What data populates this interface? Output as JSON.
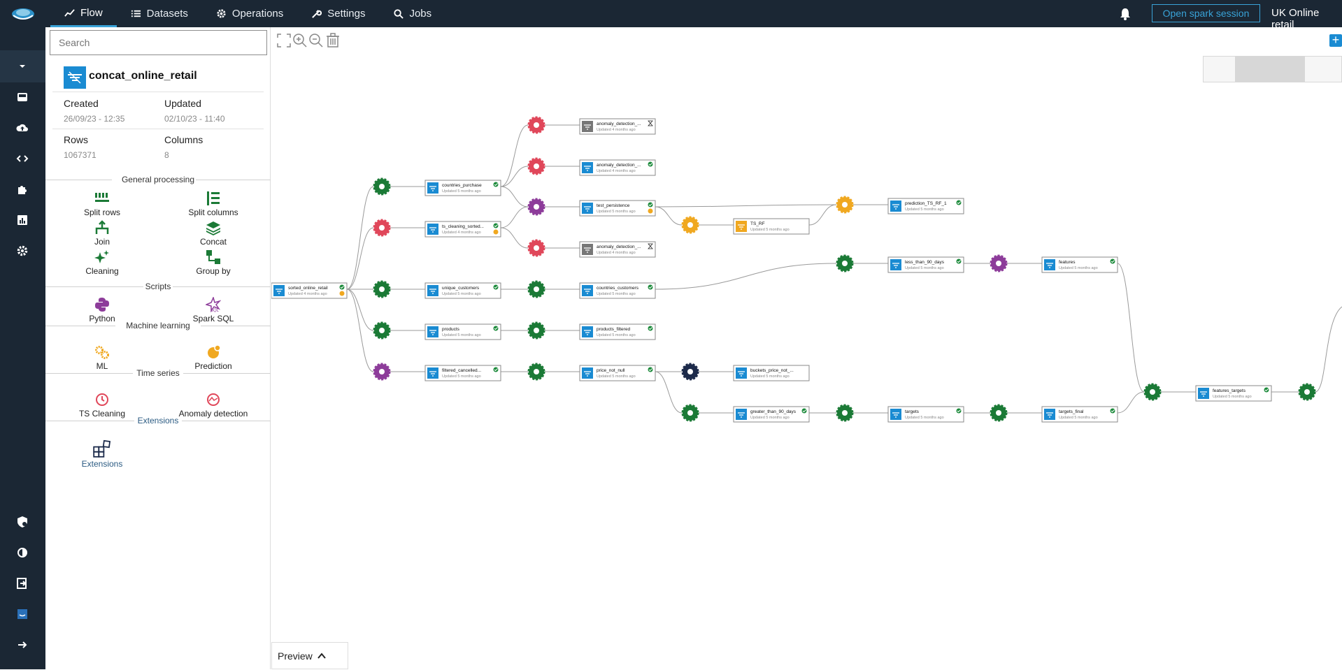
{
  "topbar": {
    "tabs": [
      {
        "label": "Flow",
        "icon": "chart-line-icon",
        "active": true
      },
      {
        "label": "Datasets",
        "icon": "list-icon"
      },
      {
        "label": "Operations",
        "icon": "gear-icon"
      },
      {
        "label": "Settings",
        "icon": "wrench-icon"
      },
      {
        "label": "Jobs",
        "icon": "search-gear-icon"
      }
    ],
    "spark_button": "Open spark session",
    "project_name": "UK Online retail"
  },
  "panel": {
    "search_placeholder": "Search",
    "dataset": {
      "name": "concat_online_retail",
      "created_label": "Created",
      "created_value": "26/09/23 - 12:35",
      "updated_label": "Updated",
      "updated_value": "02/10/23 - 11:40",
      "rows_label": "Rows",
      "rows_value": "1067371",
      "columns_label": "Columns",
      "columns_value": "8"
    },
    "sections": {
      "general": "General processing",
      "scripts": "Scripts",
      "ml": "Machine learning",
      "ts": "Time series",
      "ext": "Extensions"
    },
    "ops": {
      "split_rows": "Split rows",
      "split_columns": "Split columns",
      "join": "Join",
      "concat": "Concat",
      "cleaning": "Cleaning",
      "group_by": "Group by",
      "python": "Python",
      "spark_sql": "Spark SQL",
      "ml": "ML",
      "prediction": "Prediction",
      "ts_cleaning": "TS Cleaning",
      "anomaly_detection": "Anomaly detection",
      "extensions": "Extensions"
    }
  },
  "canvas": {
    "preview_label": "Preview",
    "nodes": [
      {
        "name": "sorted_online_retail",
        "sub": "Updated 4 months ago"
      },
      {
        "name": "countries_purchase",
        "sub": "Updated 5 months ago"
      },
      {
        "name": "ts_cleaning_sorted...",
        "sub": "Updated 4 months ago"
      },
      {
        "name": "unique_customers",
        "sub": "Updated 5 months ago"
      },
      {
        "name": "products",
        "sub": "Updated 5 months ago"
      },
      {
        "name": "filtered_cancelled...",
        "sub": "Updated 5 months ago"
      },
      {
        "name": "anomaly_detection_...",
        "sub": "Updated 4 months ago"
      },
      {
        "name": "anomaly_detection_...",
        "sub": "Updated 4 months ago"
      },
      {
        "name": "test_persistence",
        "sub": "Updated 5 months ago"
      },
      {
        "name": "anomaly_detection_...",
        "sub": "Updated 4 months ago"
      },
      {
        "name": "countries_customers",
        "sub": "Updated 5 months ago"
      },
      {
        "name": "products_filtered",
        "sub": "Updated 5 months ago"
      },
      {
        "name": "price_not_null",
        "sub": "Updated 5 months ago"
      },
      {
        "name": "TS_RF",
        "sub": "Updated 5 months ago"
      },
      {
        "name": "buckets_price_not_...",
        "sub": "Updated 5 months ago"
      },
      {
        "name": "greater_than_90_days",
        "sub": "Updated 5 months ago"
      },
      {
        "name": "prediction_TS_RF_1",
        "sub": "Updated 5 months ago"
      },
      {
        "name": "less_than_90_days",
        "sub": "Updated 5 months ago"
      },
      {
        "name": "targets",
        "sub": "Updated 5 months ago"
      },
      {
        "name": "features",
        "sub": "Updated 5 months ago"
      },
      {
        "name": "targets_final",
        "sub": "Updated 5 months ago"
      },
      {
        "name": "features_targets",
        "sub": "Updated 5 months ago"
      }
    ]
  },
  "colors": {
    "topbar": "#1b2734",
    "accent": "#39a3d8",
    "dataset_blue": "#1a8bd2",
    "op_green": "#1b7a36",
    "op_red": "#e0475a",
    "op_purple": "#8d3c9a",
    "op_orange": "#f0a820",
    "op_navy": "#1d2a4a",
    "status_green": "#1b8a3a",
    "status_orange": "#f0a820"
  }
}
